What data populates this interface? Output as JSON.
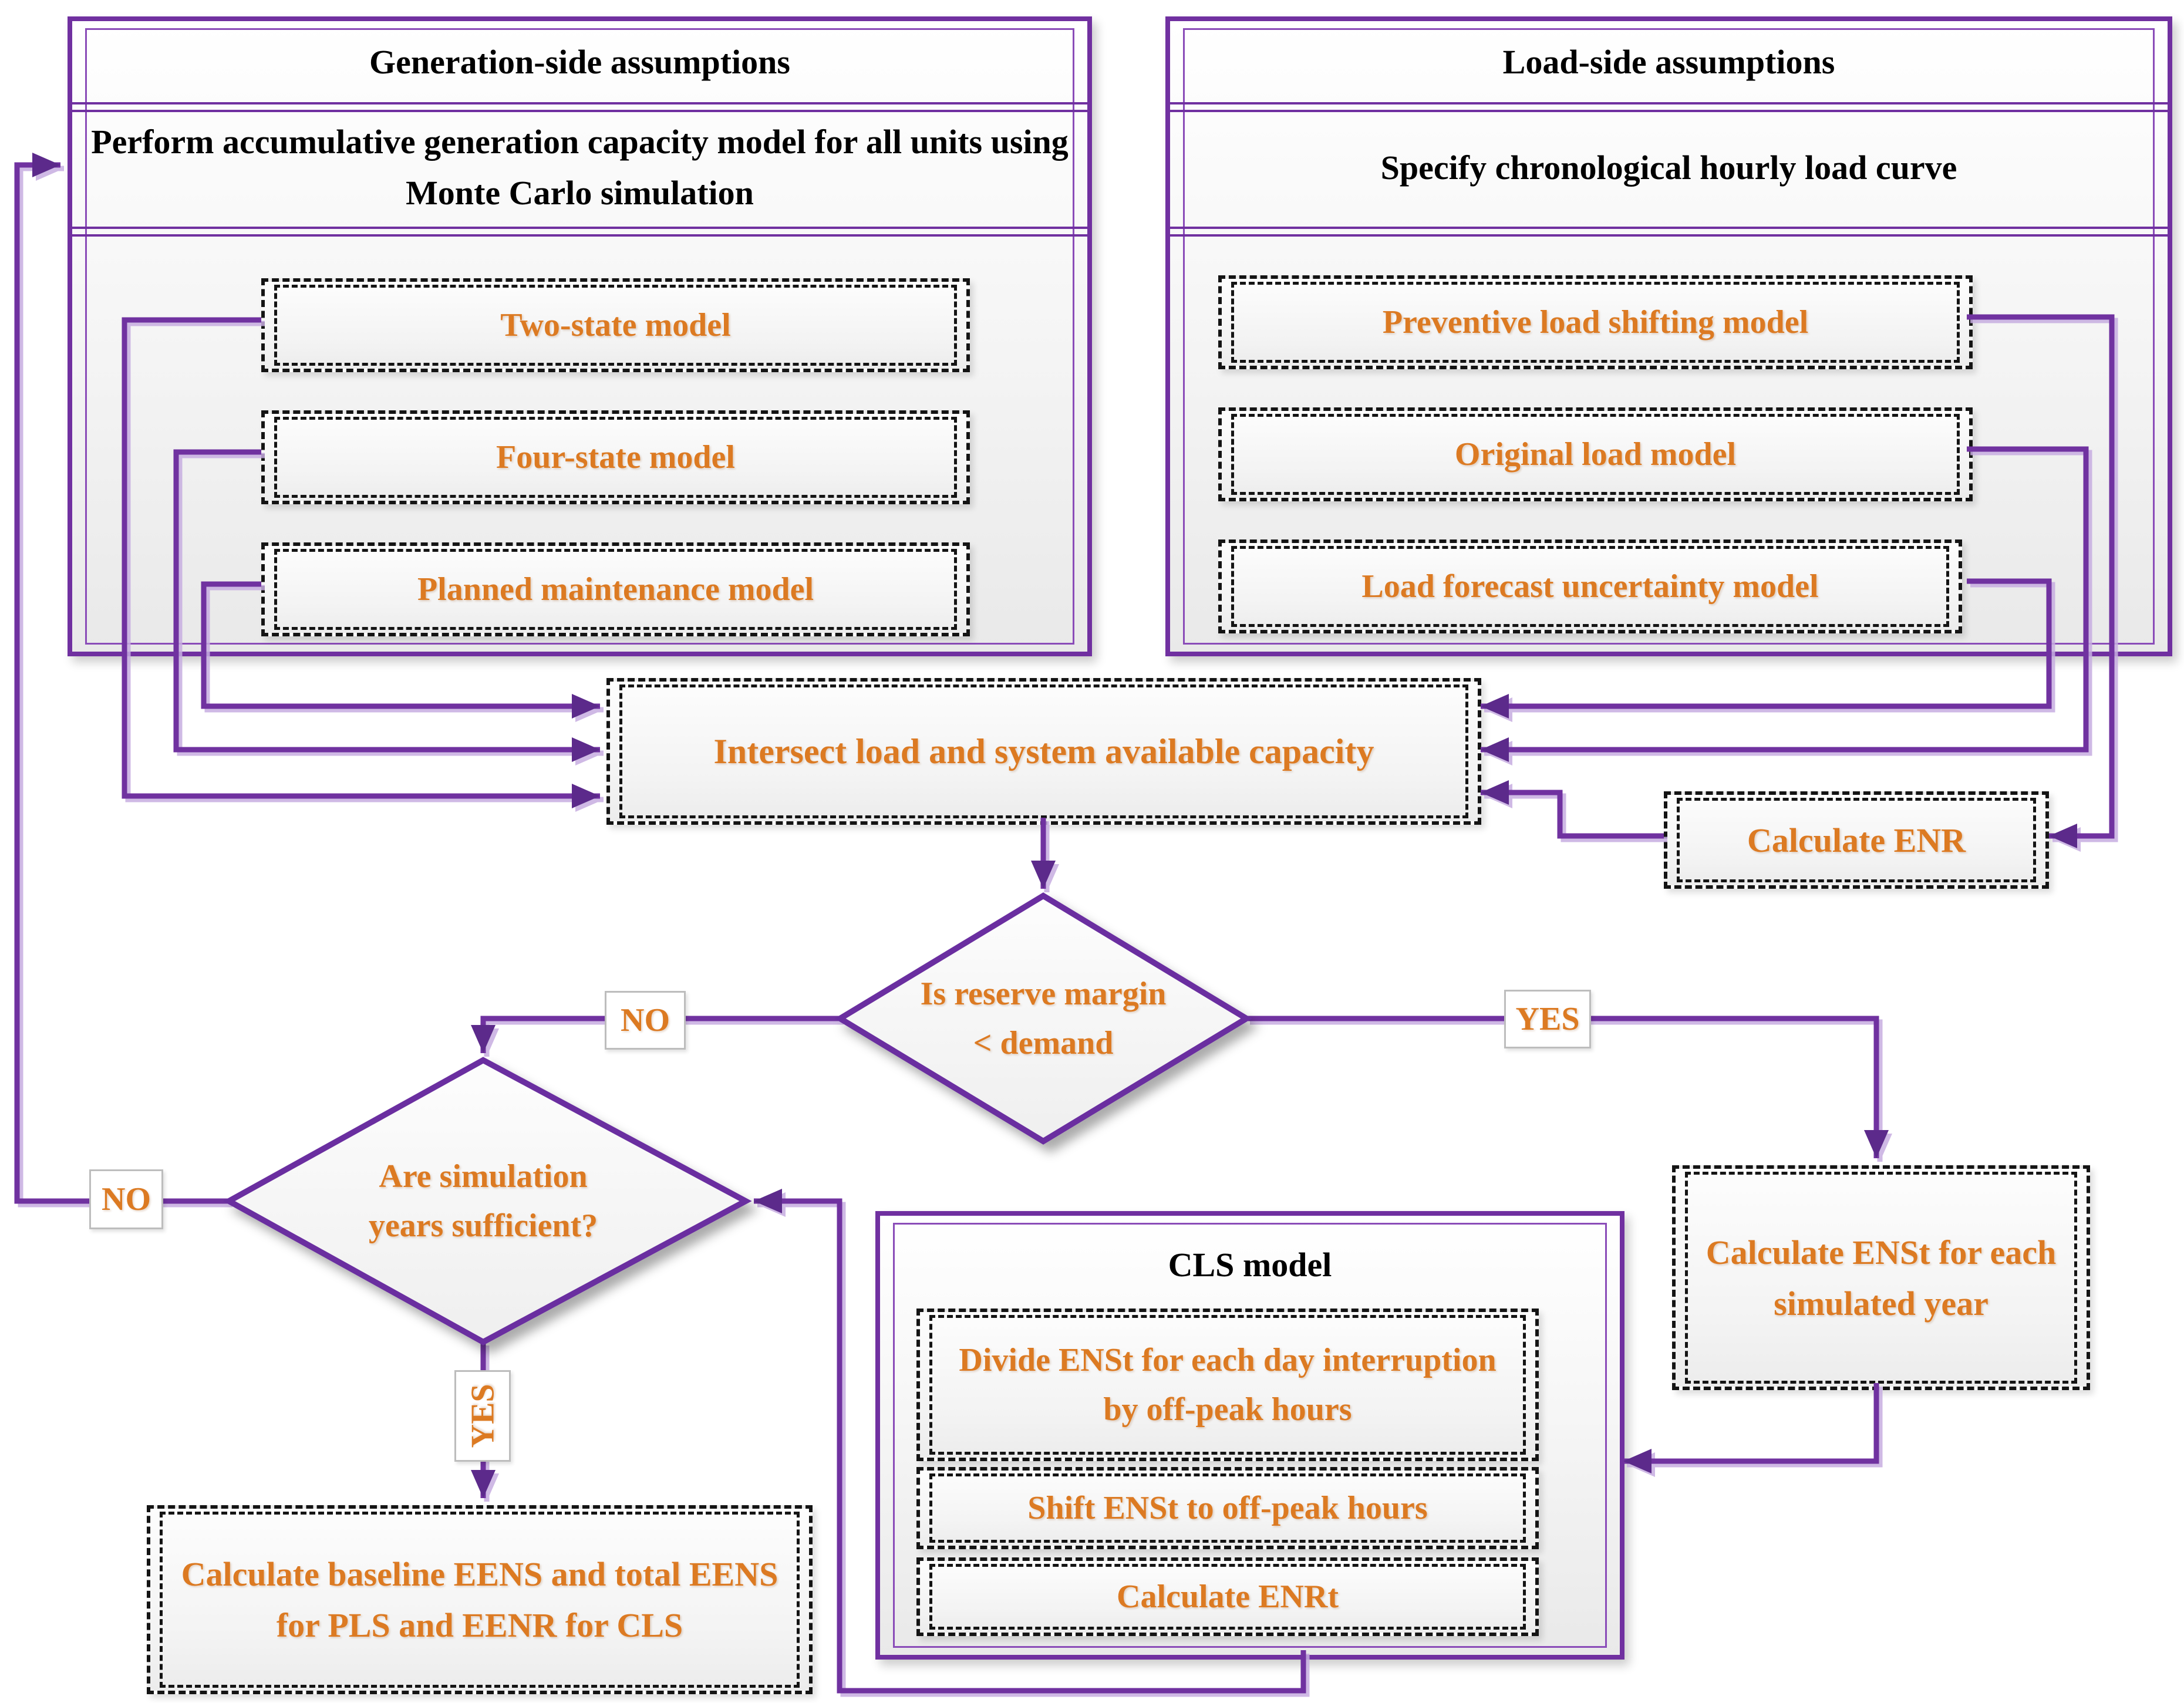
{
  "colors": {
    "line_purple": "#7030A0",
    "arrow_purple": "#5B2B8B",
    "text_orange": "#DC7A22",
    "dash_black": "#141414"
  },
  "generation_panel": {
    "title": "Generation-side assumptions",
    "subtitle": "Perform accumulative  generation capacity model for all units using Monte Carlo simulation",
    "models": [
      "Two-state model",
      "Four-state model",
      "Planned maintenance model"
    ]
  },
  "load_panel": {
    "title": "Load-side assumptions",
    "subtitle": "Specify chronological hourly load curve",
    "models": [
      "Preventive load shifting model",
      "Original load model",
      "Load forecast uncertainty model"
    ]
  },
  "intersect": {
    "label": "Intersect load and system available capacity"
  },
  "calculate_enr": {
    "label": "Calculate ENR"
  },
  "reserve_decision": {
    "label": "Is reserve margin < demand",
    "no_label": "NO",
    "yes_label": "YES"
  },
  "simulation_decision": {
    "label": "Are simulation years sufficient?",
    "no_label": "NO",
    "yes_label": "YES"
  },
  "calculate_enst": {
    "label": "Calculate ENSt for each simulated year"
  },
  "cls_panel": {
    "title": "CLS model",
    "steps": [
      "Divide ENSt for each day interruption by off-peak hours",
      "Shift ENSt to off-peak hours",
      "Calculate ENRt"
    ]
  },
  "baseline_box": {
    "label": "Calculate baseline EENS and total EENS for PLS and  EENR for CLS"
  }
}
